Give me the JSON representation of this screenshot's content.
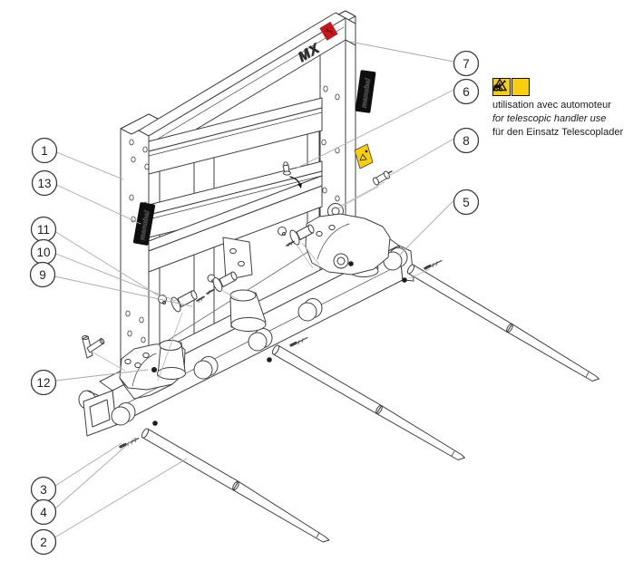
{
  "brand": {
    "logo_text": "MX",
    "sticker_text": "manubal",
    "logo_red": "#c2171d",
    "sticker_bg": "#0e0e0e",
    "sticker_fg": "#ffffff"
  },
  "colors": {
    "line": "#3f3f3f",
    "leader": "#a9a9a9",
    "warning_yellow": "#f7cf0e"
  },
  "callouts": [
    {
      "n": "1"
    },
    {
      "n": "2"
    },
    {
      "n": "3"
    },
    {
      "n": "4"
    },
    {
      "n": "5"
    },
    {
      "n": "6"
    },
    {
      "n": "7"
    },
    {
      "n": "8"
    },
    {
      "n": "9"
    },
    {
      "n": "10"
    },
    {
      "n": "11"
    },
    {
      "n": "12"
    },
    {
      "n": "13"
    }
  ],
  "notice": {
    "warning_icon": "warning-triangle",
    "handler_icon": "telehandler-pictogram",
    "line_fr": "utilisation avec automoteur",
    "line_en": "for telescopic handler use",
    "line_de": "für den Einsatz Telescoplader"
  }
}
